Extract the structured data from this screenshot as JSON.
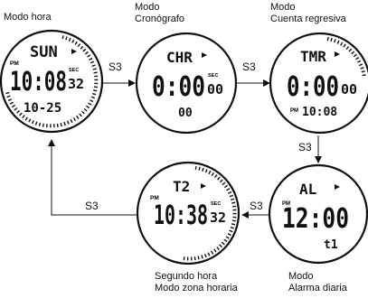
{
  "labels": {
    "time_mode": "Modo hora",
    "chrono_l1": "Modo",
    "chrono_l2": "Cronógrafo",
    "timer_l1": "Modo",
    "timer_l2": "Cuenta regresiva",
    "dual_l1": "Segundo hora",
    "dual_l2": "Modo zona horaria",
    "alarm_l1": "Modo",
    "alarm_l2": "Alarma diaria"
  },
  "button": "S3",
  "watches": {
    "time": {
      "top": "SUN",
      "main": "10:08",
      "sec": "32",
      "bottom": "10-25",
      "pm": "PM",
      "sec_tag": "SEC"
    },
    "chrono": {
      "top": "CHR",
      "main": "0:00",
      "sec": "00",
      "bottom": "00",
      "sec_tag": "SEC"
    },
    "timer": {
      "top": "TMR",
      "main": "0:00",
      "sec": "00",
      "bottom": "10:08",
      "pm": "PM"
    },
    "alarm": {
      "top": "AL",
      "main": "12:00",
      "bottom": "t1",
      "pm": "PM"
    },
    "dual": {
      "top": "T2",
      "main": "10:38",
      "sec": "32",
      "pm": "PM",
      "sec_tag": "SEC"
    }
  }
}
